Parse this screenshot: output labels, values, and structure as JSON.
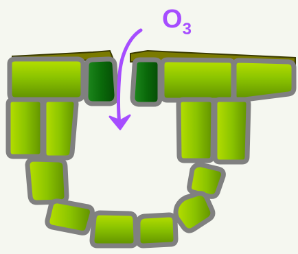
{
  "label": {
    "main": "O",
    "subscript": "3"
  },
  "colors": {
    "cell": "#8bc400",
    "cell_shade": "#5f8f00",
    "guard_cell": "#0a6a0a",
    "outline": "#808080",
    "cuticle": "#7a7a00",
    "arrow": "#a64dff",
    "background": "#f5f7f0"
  },
  "icons": {
    "arrow": "curved-down-arrow"
  }
}
